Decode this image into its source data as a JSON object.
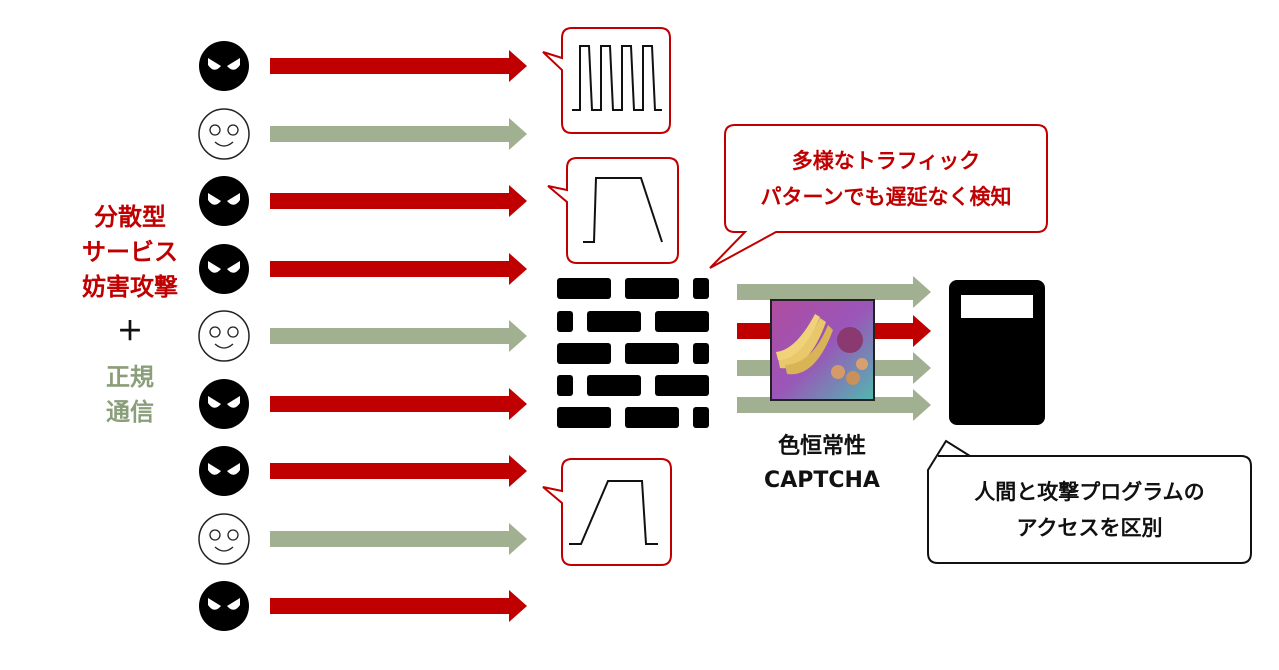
{
  "left_label": {
    "attack_lines": [
      "分散型",
      "サービス",
      "妨害攻撃"
    ],
    "plus": "＋",
    "normal_lines": [
      "正規",
      "通信"
    ]
  },
  "traffic_rows": [
    "attack",
    "normal",
    "attack",
    "attack",
    "normal",
    "attack",
    "attack",
    "normal",
    "attack"
  ],
  "pattern_bubbles": [
    {
      "name": "pulse-pattern"
    },
    {
      "name": "trapezoid-pattern"
    },
    {
      "name": "ramp-pattern"
    }
  ],
  "firewall_bubble": {
    "lines": [
      "多様なトラフィック",
      "パターンでも遅延なく検知"
    ]
  },
  "captcha": {
    "label_lines": [
      "色恒常性",
      "CAPTCHA"
    ],
    "image": "fruit-image"
  },
  "server_bubble": {
    "lines": [
      "人間と攻撃プログラムの",
      "アクセスを区別"
    ]
  },
  "colors": {
    "attack": "#c00000",
    "normal": "#a0b090",
    "black": "#000000"
  },
  "icons": [
    "evil-face-icon",
    "smiley-face-icon",
    "firewall-icon",
    "server-icon"
  ]
}
